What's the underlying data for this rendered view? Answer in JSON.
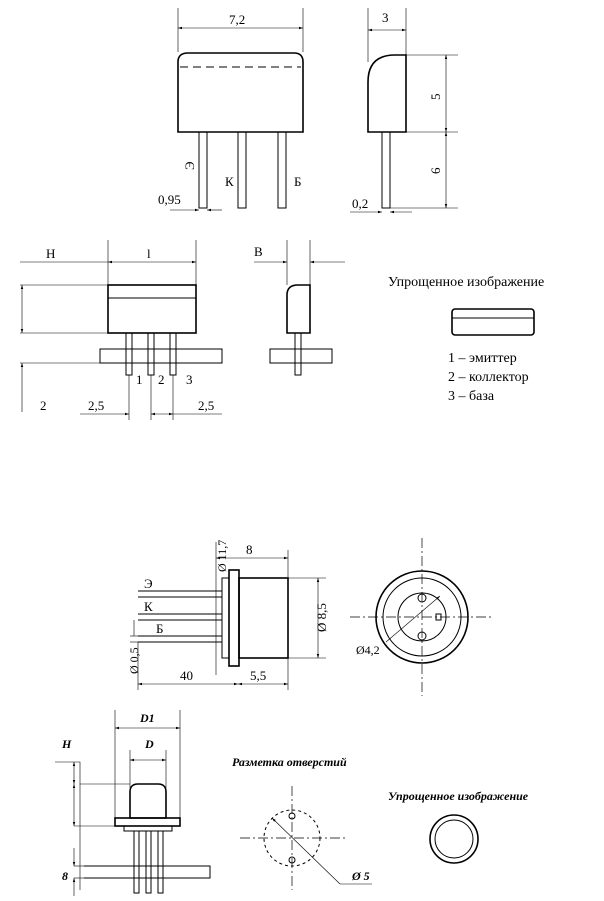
{
  "top_drawing": {
    "dim_width": "7,2",
    "dim_depth": "3",
    "dim_body_h": "5",
    "dim_lead_len": "6",
    "dim_lead_w": "0,95",
    "dim_lead_t": "0,2",
    "lead_e": "Э",
    "lead_k": "К",
    "lead_b": "Б"
  },
  "mount_drawing": {
    "label_h": "H",
    "label_l": "l",
    "label_b": "B",
    "dim_2": "2",
    "dim_pitch_left": "2,5",
    "dim_pitch_right": "2,5",
    "pin1": "1",
    "pin2": "2",
    "pin3": "3"
  },
  "legend": {
    "title": "Упрощенное изображение",
    "items": [
      "1 – эмиттер",
      "2 – коллектор",
      "3 – база"
    ]
  },
  "can_drawing": {
    "dim_flange": "Ø 11,7",
    "dim_body_len": "8",
    "dim_body_d": "Ø 8,5",
    "dim_lead_d": "Ø 0,5",
    "dim_lead_len": "40",
    "dim_seat": "5,5",
    "dim_pin_circle": "Ø4,2",
    "lead_e": "Э",
    "lead_k": "К",
    "lead_b": "Б"
  },
  "bottom_drawing": {
    "label_d1": "D1",
    "label_d": "D",
    "label_h": "H",
    "dim_8": "8",
    "marking_title": "Разметка отверстий",
    "marking_dim": "Ø 5",
    "simplified_title": "Упрощенное изображение"
  }
}
